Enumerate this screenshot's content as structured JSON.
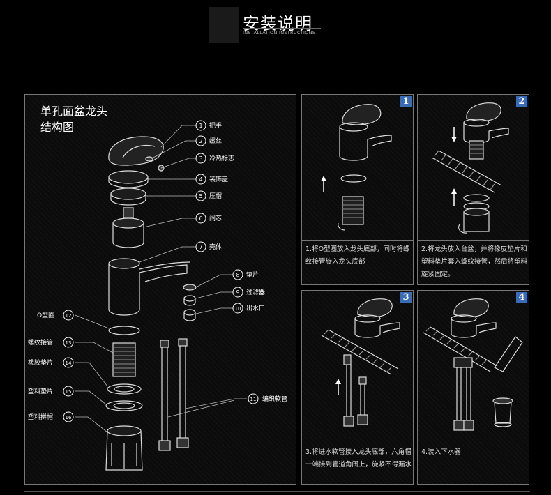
{
  "header": {
    "title": "安装说明",
    "subtitle": "INSTALLATION INSTRUCTIONS"
  },
  "structure": {
    "title_line1": "单孔面盆龙头",
    "title_line2": "结构图",
    "parts": [
      {
        "num": "1",
        "label": "把手"
      },
      {
        "num": "2",
        "label": "螺丝"
      },
      {
        "num": "3",
        "label": "冷热标志"
      },
      {
        "num": "4",
        "label": "装饰盖"
      },
      {
        "num": "5",
        "label": "压帽"
      },
      {
        "num": "6",
        "label": "阀芯"
      },
      {
        "num": "7",
        "label": "壳体"
      },
      {
        "num": "8",
        "label": "垫片"
      },
      {
        "num": "9",
        "label": "过滤器"
      },
      {
        "num": "10",
        "label": "出水口"
      },
      {
        "num": "11",
        "label": "编织软管"
      },
      {
        "num": "12",
        "label": "O型圈"
      },
      {
        "num": "13",
        "label": "螺纹接管"
      },
      {
        "num": "14",
        "label": "橡胶垫片"
      },
      {
        "num": "15",
        "label": "塑料垫片"
      },
      {
        "num": "16",
        "label": "塑料拼帽"
      }
    ]
  },
  "steps": [
    {
      "number": "1",
      "text": "1.将O型圈放入龙头底部，同时将螺纹接管旋入龙头底部"
    },
    {
      "number": "2",
      "text": "2.将龙头放入台盆，并将橡皮垫片和塑料垫片套入螺纹接管，然后将塑料旋紧固定。"
    },
    {
      "number": "3",
      "text": "3.将进水软管接入龙头底部，六角帽一端接到管道角阀上，旋紧不得漏水"
    },
    {
      "number": "4",
      "text": "4.装入下水器"
    }
  ]
}
